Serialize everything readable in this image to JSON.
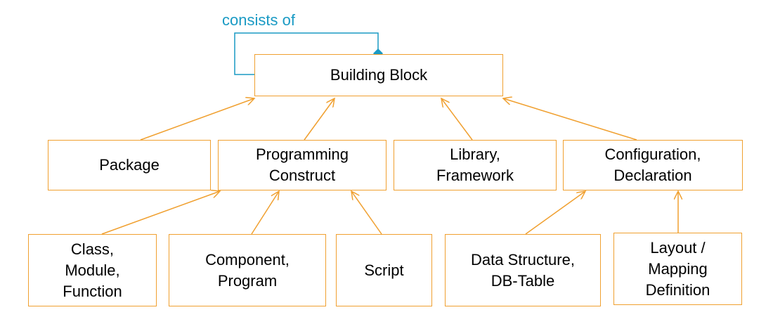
{
  "diagram": {
    "relation_label": "consists of",
    "colors": {
      "box_border": "#f0a030",
      "arrow": "#f0a030",
      "relation": "#1a9ac4"
    },
    "nodes": {
      "building_block": "Building Block",
      "package": "Package",
      "programming_construct": "Programming\nConstruct",
      "library_framework": "Library,\nFramework",
      "configuration_declaration": "Configuration,\nDeclaration",
      "class_module_function": "Class,\nModule,\nFunction",
      "component_program": "Component,\nProgram",
      "script": "Script",
      "data_structure_db_table": "Data Structure,\nDB-Table",
      "layout_mapping_definition": "Layout /\nMapping\nDefinition"
    },
    "edges": [
      {
        "from": "package",
        "to": "building_block"
      },
      {
        "from": "programming_construct",
        "to": "building_block"
      },
      {
        "from": "library_framework",
        "to": "building_block"
      },
      {
        "from": "configuration_declaration",
        "to": "building_block"
      },
      {
        "from": "class_module_function",
        "to": "programming_construct"
      },
      {
        "from": "component_program",
        "to": "programming_construct"
      },
      {
        "from": "script",
        "to": "programming_construct"
      },
      {
        "from": "data_structure_db_table",
        "to": "configuration_declaration"
      },
      {
        "from": "layout_mapping_definition",
        "to": "configuration_declaration"
      }
    ]
  }
}
